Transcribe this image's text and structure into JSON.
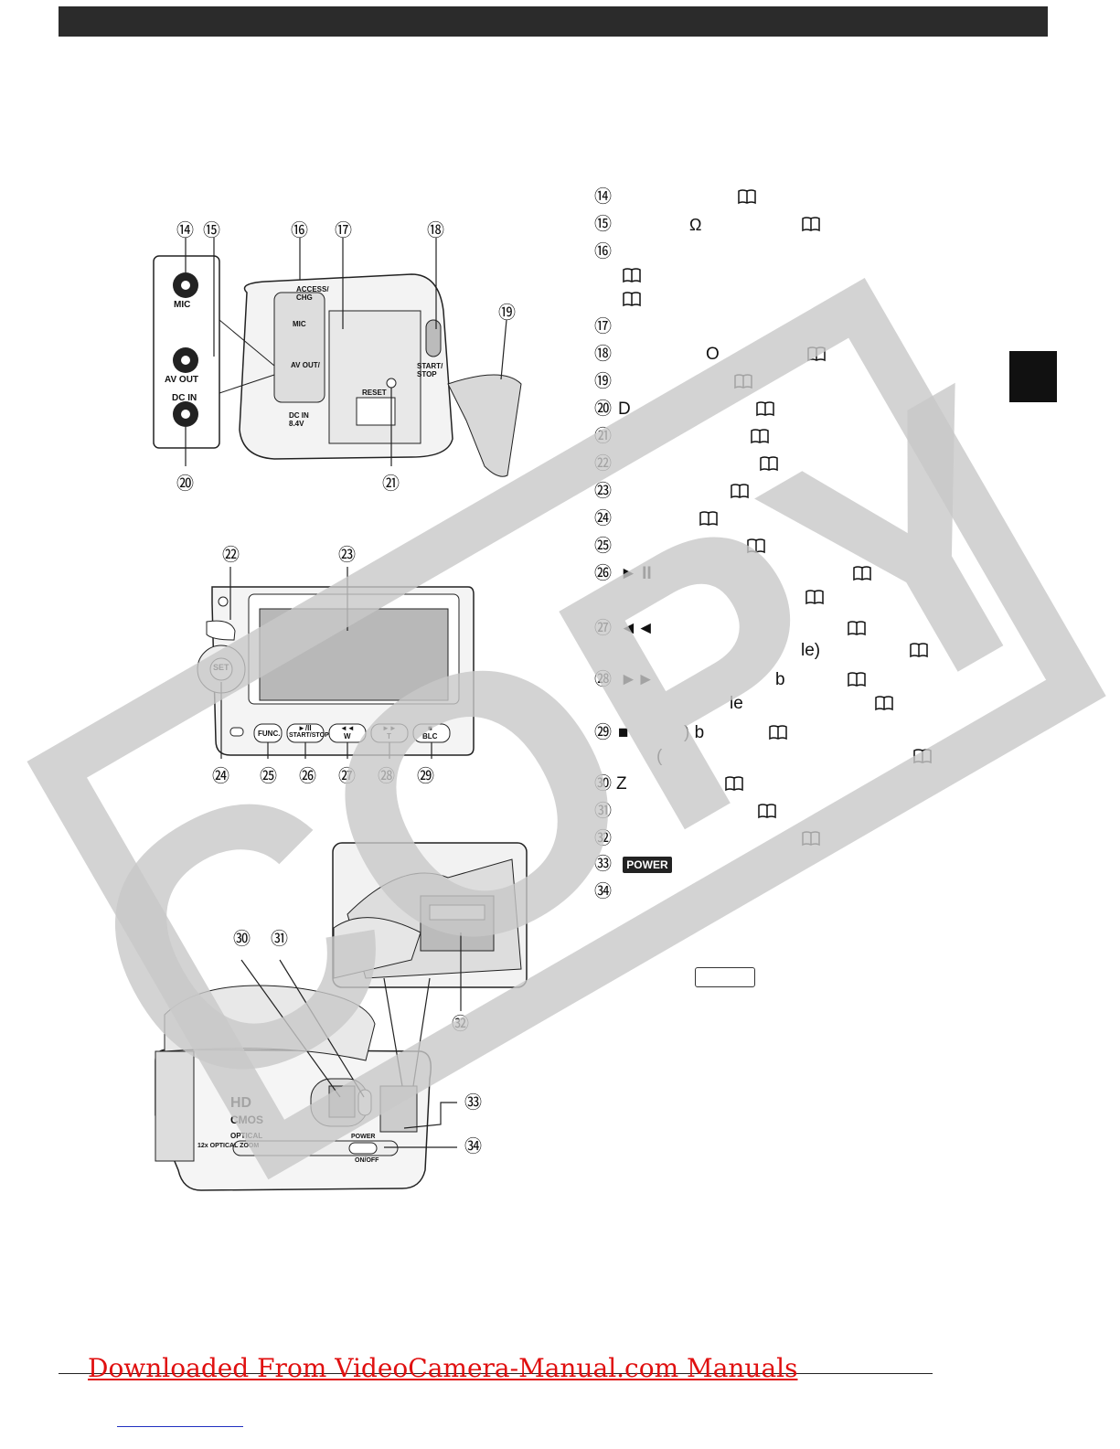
{
  "callouts_top": [
    "⑭",
    "⑮",
    "⑯",
    "⑰",
    "⑱",
    "⑲",
    "⑳",
    "㉑"
  ],
  "callouts_mid": [
    "㉒",
    "㉓",
    "㉔",
    "㉕",
    "㉖",
    "㉗",
    "㉘",
    "㉙"
  ],
  "callouts_bottom": [
    "㉚",
    "㉛",
    "㉜",
    "㉝",
    "㉞"
  ],
  "panel_labels": {
    "mic": "MIC",
    "av_out": "AV OUT",
    "dc_in": "DC IN",
    "access_chg": "ACCESS/ CHG",
    "cam_mic": "MIC",
    "cam_av_out": "AV OUT/",
    "cam_dc_in": "DC IN 8.4V",
    "reset": "RESET",
    "start_stop": "START/ STOP"
  },
  "lcd_buttons": [
    {
      "icon": "",
      "label": "FUNC."
    },
    {
      "icon": "►/II",
      "label": "START/STOP"
    },
    {
      "icon": "◄◄",
      "label": "W"
    },
    {
      "icon": "►►",
      "label": "T"
    },
    {
      "icon": "■",
      "label": "BLC"
    }
  ],
  "lcd_set": "SET",
  "cam_side": {
    "hd": "HD",
    "cmos": "CMOS",
    "optical": "OPTICAL",
    "zoom": "12x OPTICAL ZOOM",
    "power": "POWER",
    "onoff": "ON/OFF"
  },
  "items": [
    {
      "num": "⑭",
      "pre": "",
      "tail": ""
    },
    {
      "num": "⑮",
      "pre": "",
      "tail": ""
    },
    {
      "num": "⑯",
      "pre": "",
      "tail": ""
    },
    {
      "num": "",
      "pre": "",
      "tail": ""
    },
    {
      "num": "",
      "pre": "",
      "tail": ""
    },
    {
      "num": "⑰",
      "pre": "",
      "tail": ""
    },
    {
      "num": "⑱",
      "pre": "O",
      "tail": ""
    },
    {
      "num": "⑲",
      "pre": "",
      "tail": ""
    },
    {
      "num": "⑳",
      "pre": "D",
      "tail": ""
    },
    {
      "num": "㉑",
      "pre": "",
      "tail": ""
    },
    {
      "num": "㉒",
      "pre": "",
      "tail": ""
    },
    {
      "num": "㉓",
      "pre": "",
      "tail": ""
    },
    {
      "num": "㉔",
      "pre": "",
      "tail": ""
    },
    {
      "num": "㉕",
      "pre": "",
      "tail": ""
    },
    {
      "num": "㉖",
      "pre": "►  II",
      "tail": ""
    },
    {
      "num": "",
      "pre": "",
      "tail": ""
    },
    {
      "num": "㉗",
      "pre": "◄◄",
      "tail": ""
    },
    {
      "num": "",
      "pre": "",
      "tail": "le)"
    },
    {
      "num": "㉘",
      "pre": "►►",
      "tail": "b"
    },
    {
      "num": "",
      "pre": "",
      "tail": "le"
    },
    {
      "num": "㉙",
      "pre": "■",
      "tail": ") b"
    },
    {
      "num": "",
      "pre": "",
      "tail": "("
    },
    {
      "num": "㉚",
      "pre": "Z",
      "tail": ""
    },
    {
      "num": "㉛",
      "pre": "",
      "tail": ""
    },
    {
      "num": "㉜",
      "pre": "",
      "tail": ""
    },
    {
      "num": "㉝",
      "pre": "POWER",
      "tail": ""
    },
    {
      "num": "㉞",
      "pre": "",
      "tail": ""
    }
  ],
  "watermark": "COPY",
  "footer_link": "Downloaded From VideoCamera-Manual.com Manuals"
}
